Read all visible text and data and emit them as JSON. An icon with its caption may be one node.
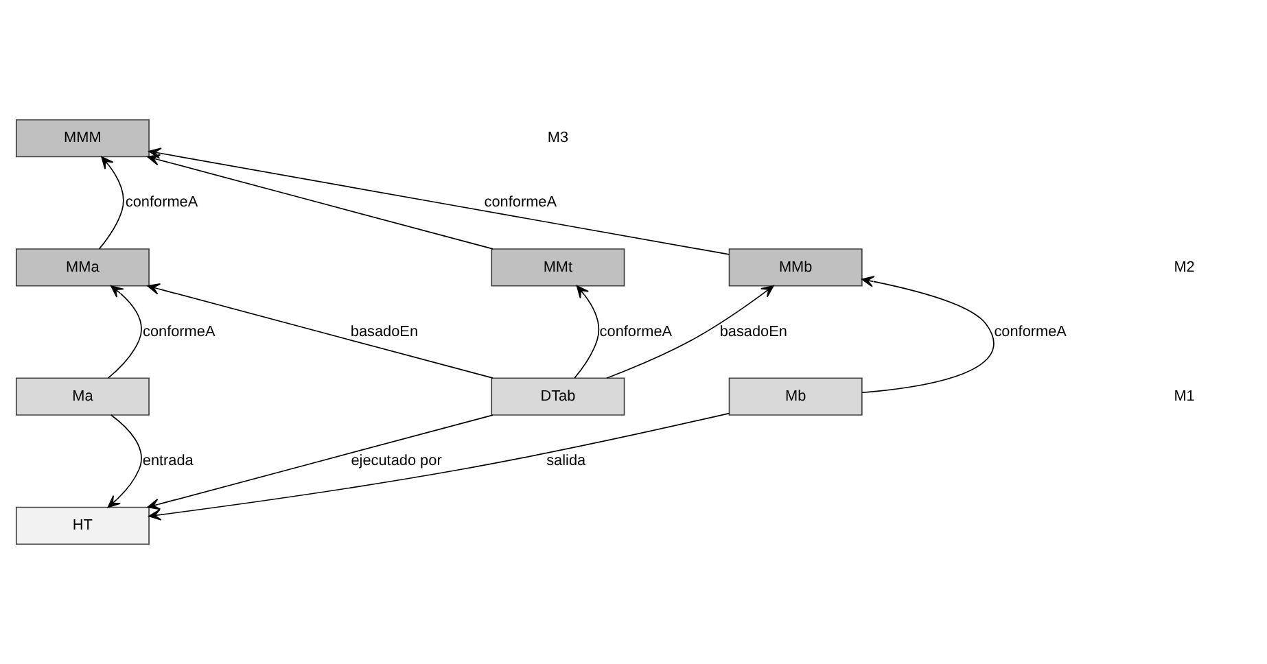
{
  "diagram": {
    "nodes": [
      {
        "text": [
          "MMM"
        ]
      },
      {
        "text": [
          "MMa"
        ]
      },
      {
        "text": [
          "MMt"
        ]
      },
      {
        "text": [
          "MMb"
        ]
      },
      {
        "text": [
          "Ma"
        ]
      },
      {
        "text": [
          "DTab"
        ]
      },
      {
        "text": [
          "Mb"
        ]
      },
      {
        "text": [
          "HT"
        ]
      }
    ],
    "edges": [
      {
        "from": 1,
        "to": 0,
        "arrow": "to",
        "label": "conformeA"
      },
      {
        "from": 2,
        "to": 0,
        "arrow": "to"
      },
      {
        "from": 3,
        "to": 0,
        "arrow": "to",
        "label": "conformeA"
      },
      {
        "from": 4,
        "to": 1,
        "arrow": "to",
        "label": "conformeA"
      },
      {
        "from": 5,
        "to": 1,
        "arrow": "to",
        "label": "basadoEn"
      },
      {
        "from": 5,
        "to": 2,
        "arrow": "to",
        "label": "conformeA"
      },
      {
        "from": 5,
        "to": 3,
        "arrow": "to",
        "label": "basadoEn"
      },
      {
        "from": 6,
        "to": 3,
        "arrow": "to",
        "label": "conformeA"
      },
      {
        "from": 4,
        "to": 7,
        "arrow": "to",
        "label": "entrada"
      },
      {
        "from": 5,
        "to": 7,
        "arrow": "to",
        "label": "ejecutado por"
      },
      {
        "from": 6,
        "to": 7,
        "arrow": "to",
        "label": "salida"
      }
    ],
    "labels": [
      "M3",
      "M2",
      "M1"
    ]
  }
}
